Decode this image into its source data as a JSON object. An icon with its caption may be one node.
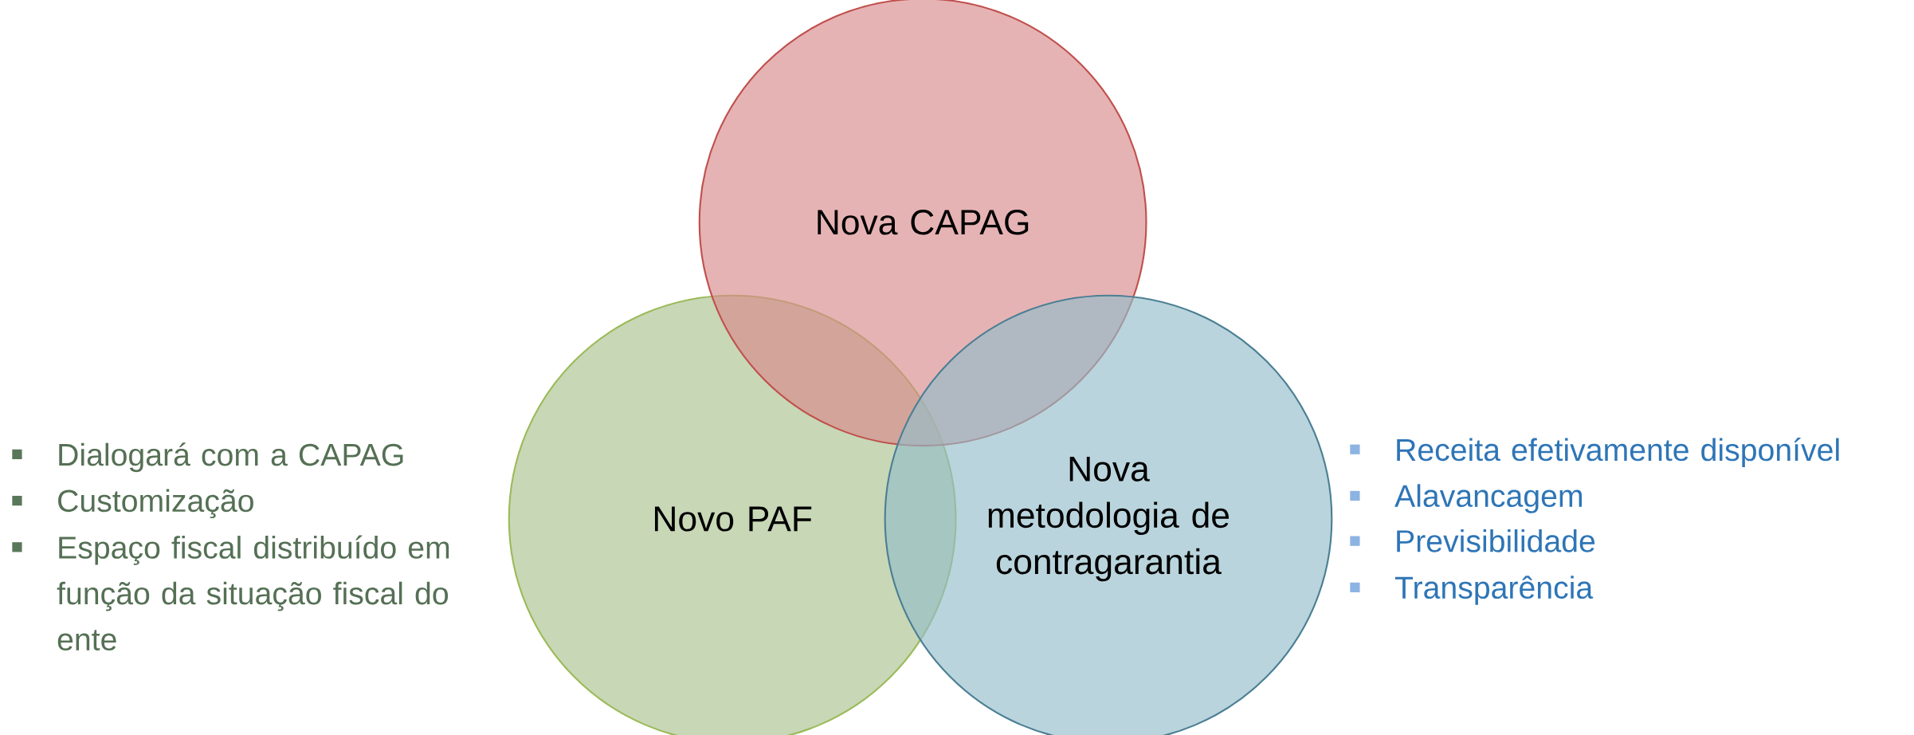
{
  "diagram": {
    "nodes": [
      {
        "text": [
          "Nova CAPAG"
        ]
      },
      {
        "text": [
          "Novo PAF"
        ]
      },
      {
        "text": [
          "Nova metodologia de contragarantia"
        ]
      }
    ],
    "labels": [
      "Dialogará com a CAPAG",
      "Customização",
      "Espaço fiscal distribuído em função da situação fiscal do ente",
      "Receita efetivamente disponível",
      "Alavancagem",
      "Previsibilidade",
      "Transparência"
    ]
  }
}
